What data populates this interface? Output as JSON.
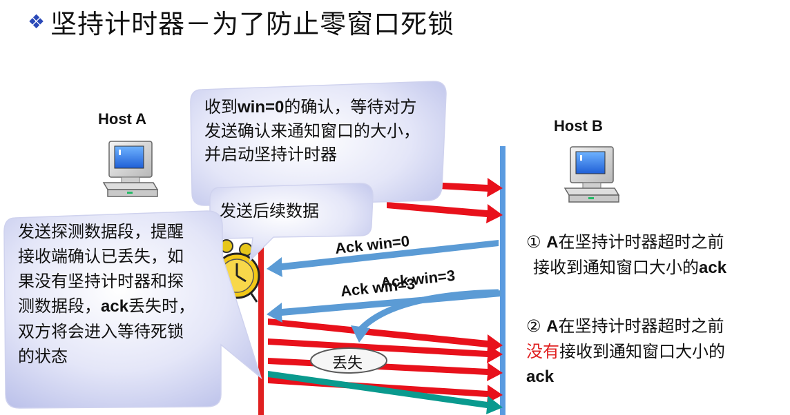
{
  "title": {
    "bullet": "❖",
    "text": "坚持计时器－为了防止零窗口死锁"
  },
  "hosts": {
    "a": "Host A",
    "b": "Host B"
  },
  "callouts": {
    "top": {
      "prefix": "收到",
      "win0": "win=0",
      "suffix": "的确认，等待对方发送确认来通知窗口的大小，并启动坚持计时器"
    },
    "middle": "发送后续数据",
    "left": {
      "part1": "发送探测数据段，提醒接收端确认已丢失，如果没有坚持计时器和探测数据段，",
      "ack": "ack",
      "part2": "丢失时，双方将会进入等待死锁的状态"
    }
  },
  "arrow_labels": {
    "ack_win0": "Ack win=0",
    "ack_win3": "Ack win=3",
    "ack_win3_overlay": "Ack win=3"
  },
  "lost_label": "丢失",
  "notes": {
    "one": {
      "num": "①",
      "a": "A",
      "rest1": "在坚持计时器超时之前",
      "rest2": "接收到通知窗口大小的",
      "ack": "ack"
    },
    "two": {
      "num": "②",
      "a": "A",
      "rest1": "在坚持计时器超时之前",
      "red": "没有",
      "rest2": "接收到通知窗口大小的",
      "ack": "ack"
    }
  },
  "icons": [
    "computer-icon-host-a",
    "computer-icon-host-b",
    "alarm-clock-icon",
    "bullet-diamond-icon"
  ],
  "colors": {
    "red_arrow": "#e8111b",
    "blue_arrow": "#5b9bd5",
    "teal_arrow": "#0a9a8e",
    "timeline_a": "#e02020",
    "timeline_b": "#5a9be0",
    "callout_fill": "#dfe2f7"
  }
}
